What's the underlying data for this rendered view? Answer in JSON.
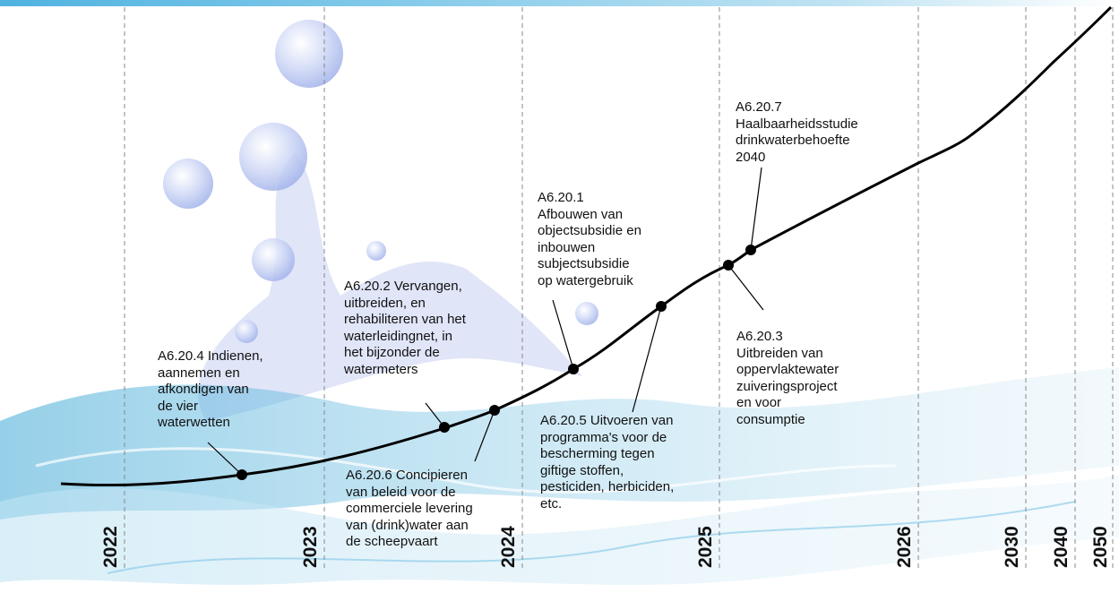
{
  "years": [
    "2022",
    "2023",
    "2024",
    "2025",
    "2026",
    "2030",
    "2040",
    "2050"
  ],
  "milestones": [
    {
      "id": "A6.20.4",
      "text": "A6.20.4 Indienen,\naannemen en\nafkondigen van\nde vier\nwaterwetten"
    },
    {
      "id": "A6.20.2",
      "text": "A6.20.2 Vervangen,\nuitbreiden, en\nrehabiliteren van het\nwaterleidingnet, in\nhet bijzonder de\nwatermeters"
    },
    {
      "id": "A6.20.6",
      "text": "A6.20.6 Concipieren\nvan beleid voor de\ncommerciele levering\nvan (drink)water aan\nde scheepvaart"
    },
    {
      "id": "A6.20.1",
      "text": "A6.20.1\nAfbouwen van\nobjectsubsidie en\ninbouwen\nsubjectsubsidie\nop watergebruik"
    },
    {
      "id": "A6.20.5",
      "text": "A6.20.5 Uitvoeren van\nprogramma's voor de\nbescherming tegen\ngiftige stoffen,\npesticiden, herbiciden,\netc."
    },
    {
      "id": "A6.20.3",
      "text": "A6.20.3\nUitbreiden van\noppervlaktewater\nzuiveringsproject\nen voor\nconsumptie"
    },
    {
      "id": "A6.20.7",
      "text": "A6.20.7\nHaalbaarheidsstudie\ndrinkwaterbehoefte\n2040"
    }
  ],
  "colors": {
    "curve": "#000000",
    "gridline": "#888888",
    "water": "#7fc6e6",
    "accent": "#3fa9d6"
  }
}
